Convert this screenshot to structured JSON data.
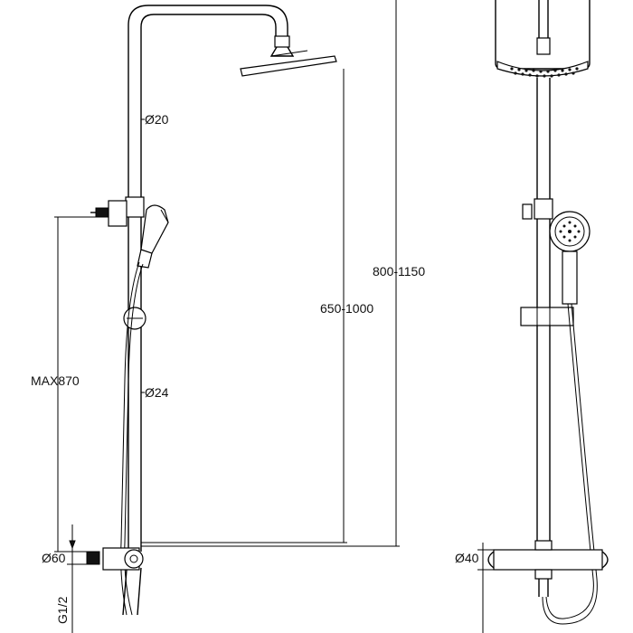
{
  "dimensions": {
    "pipe_upper_diameter": "Ø20",
    "pipe_lower_diameter": "Ø24",
    "outlet_diameter_left": "Ø60",
    "outlet_diameter_right": "Ø40",
    "thread": "G1/2",
    "max_height": "MAX870",
    "head_height_range": "650-1000",
    "total_height_range": "800-1150"
  }
}
